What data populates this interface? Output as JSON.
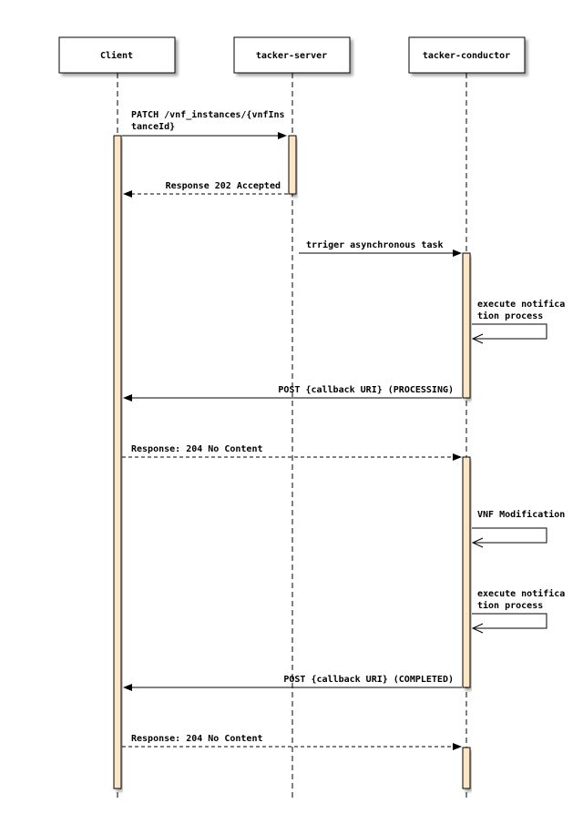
{
  "participants": [
    {
      "id": "client",
      "label": "Client"
    },
    {
      "id": "server",
      "label": "tacker-server"
    },
    {
      "id": "conductor",
      "label": "tacker-conductor"
    }
  ],
  "messages": [
    {
      "id": "m1",
      "from": "client",
      "to": "server",
      "lines": [
        "PATCH /vnf_instances/{vnfIns",
        "tanceId}"
      ],
      "style": "solid"
    },
    {
      "id": "m2",
      "from": "server",
      "to": "client",
      "lines": [
        "Response 202 Accepted"
      ],
      "style": "dashed"
    },
    {
      "id": "m3",
      "from": "server",
      "to": "conductor",
      "lines": [
        "trriger asynchronous task"
      ],
      "style": "solid"
    },
    {
      "id": "m4",
      "from": "conductor",
      "to": "conductor",
      "lines": [
        "execute notifica",
        "tion process"
      ],
      "style": "self"
    },
    {
      "id": "m5",
      "from": "conductor",
      "to": "client",
      "lines": [
        "POST {callback URI} (PROCESSING)"
      ],
      "style": "solid"
    },
    {
      "id": "m6",
      "from": "client",
      "to": "conductor",
      "lines": [
        "Response: 204 No Content"
      ],
      "style": "dashed"
    },
    {
      "id": "m7",
      "from": "conductor",
      "to": "conductor",
      "lines": [
        "VNF Modification"
      ],
      "style": "self"
    },
    {
      "id": "m8",
      "from": "conductor",
      "to": "conductor",
      "lines": [
        "execute notifica",
        "tion process"
      ],
      "style": "self"
    },
    {
      "id": "m9",
      "from": "conductor",
      "to": "client",
      "lines": [
        "POST {callback URI} (COMPLETED)"
      ],
      "style": "solid"
    },
    {
      "id": "m10",
      "from": "client",
      "to": "conductor",
      "lines": [
        "Response: 204 No Content"
      ],
      "style": "dashed"
    }
  ],
  "colors": {
    "activation_fill": "#fde6c6",
    "line": "#000000",
    "box_fill": "#ffffff"
  }
}
